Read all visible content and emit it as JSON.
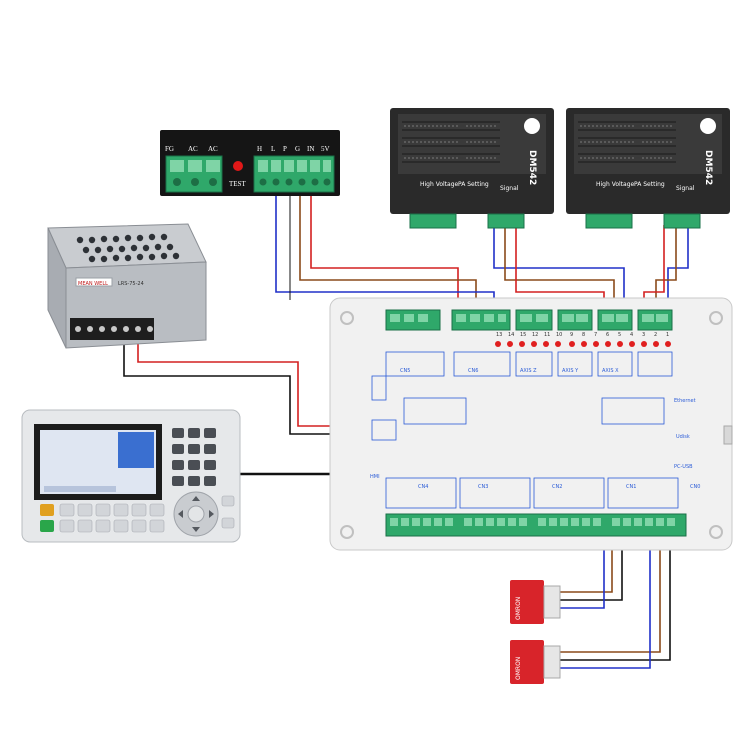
{
  "laser_psu": {
    "terminals": [
      "FG",
      "AC",
      "AC",
      "H",
      "L",
      "P",
      "G",
      "IN",
      "5V"
    ],
    "test_label": "TEST"
  },
  "switching_psu": {
    "model": "LRS-75-24",
    "brand": "MEAN WELL"
  },
  "drivers": [
    {
      "model": "DM542",
      "high_voltage_label": "High Voltage",
      "pa_setting_label": "PA Setting",
      "signal_label": "Signal"
    },
    {
      "model": "DM542",
      "high_voltage_label": "High Voltage",
      "pa_setting_label": "PA Setting",
      "signal_label": "Signal"
    }
  ],
  "controller": {
    "top_terminal_numbers": [
      "13",
      "14",
      "15",
      "12",
      "11",
      "10",
      "9",
      "8",
      "7",
      "6",
      "5",
      "4",
      "3",
      "2",
      "1"
    ],
    "side_labels": {
      "ethernet": "Ethernet",
      "udisk": "Udisk",
      "pc_usb": "PC-USB",
      "hmi": "HMI"
    },
    "section_labels": [
      "CN5",
      "CN6",
      "AXIS Z",
      "AXIS Y",
      "AXIS X",
      "CN4",
      "CN3",
      "CN2",
      "CN1",
      "CN0"
    ]
  },
  "limit_switches": [
    {
      "brand": "OMRON"
    },
    {
      "brand": "OMRON"
    }
  ],
  "wire_colors": {
    "red": "#d42020",
    "blue": "#2030c8",
    "brown": "#8a4a1a",
    "black": "#111111",
    "green": "#18a060"
  }
}
